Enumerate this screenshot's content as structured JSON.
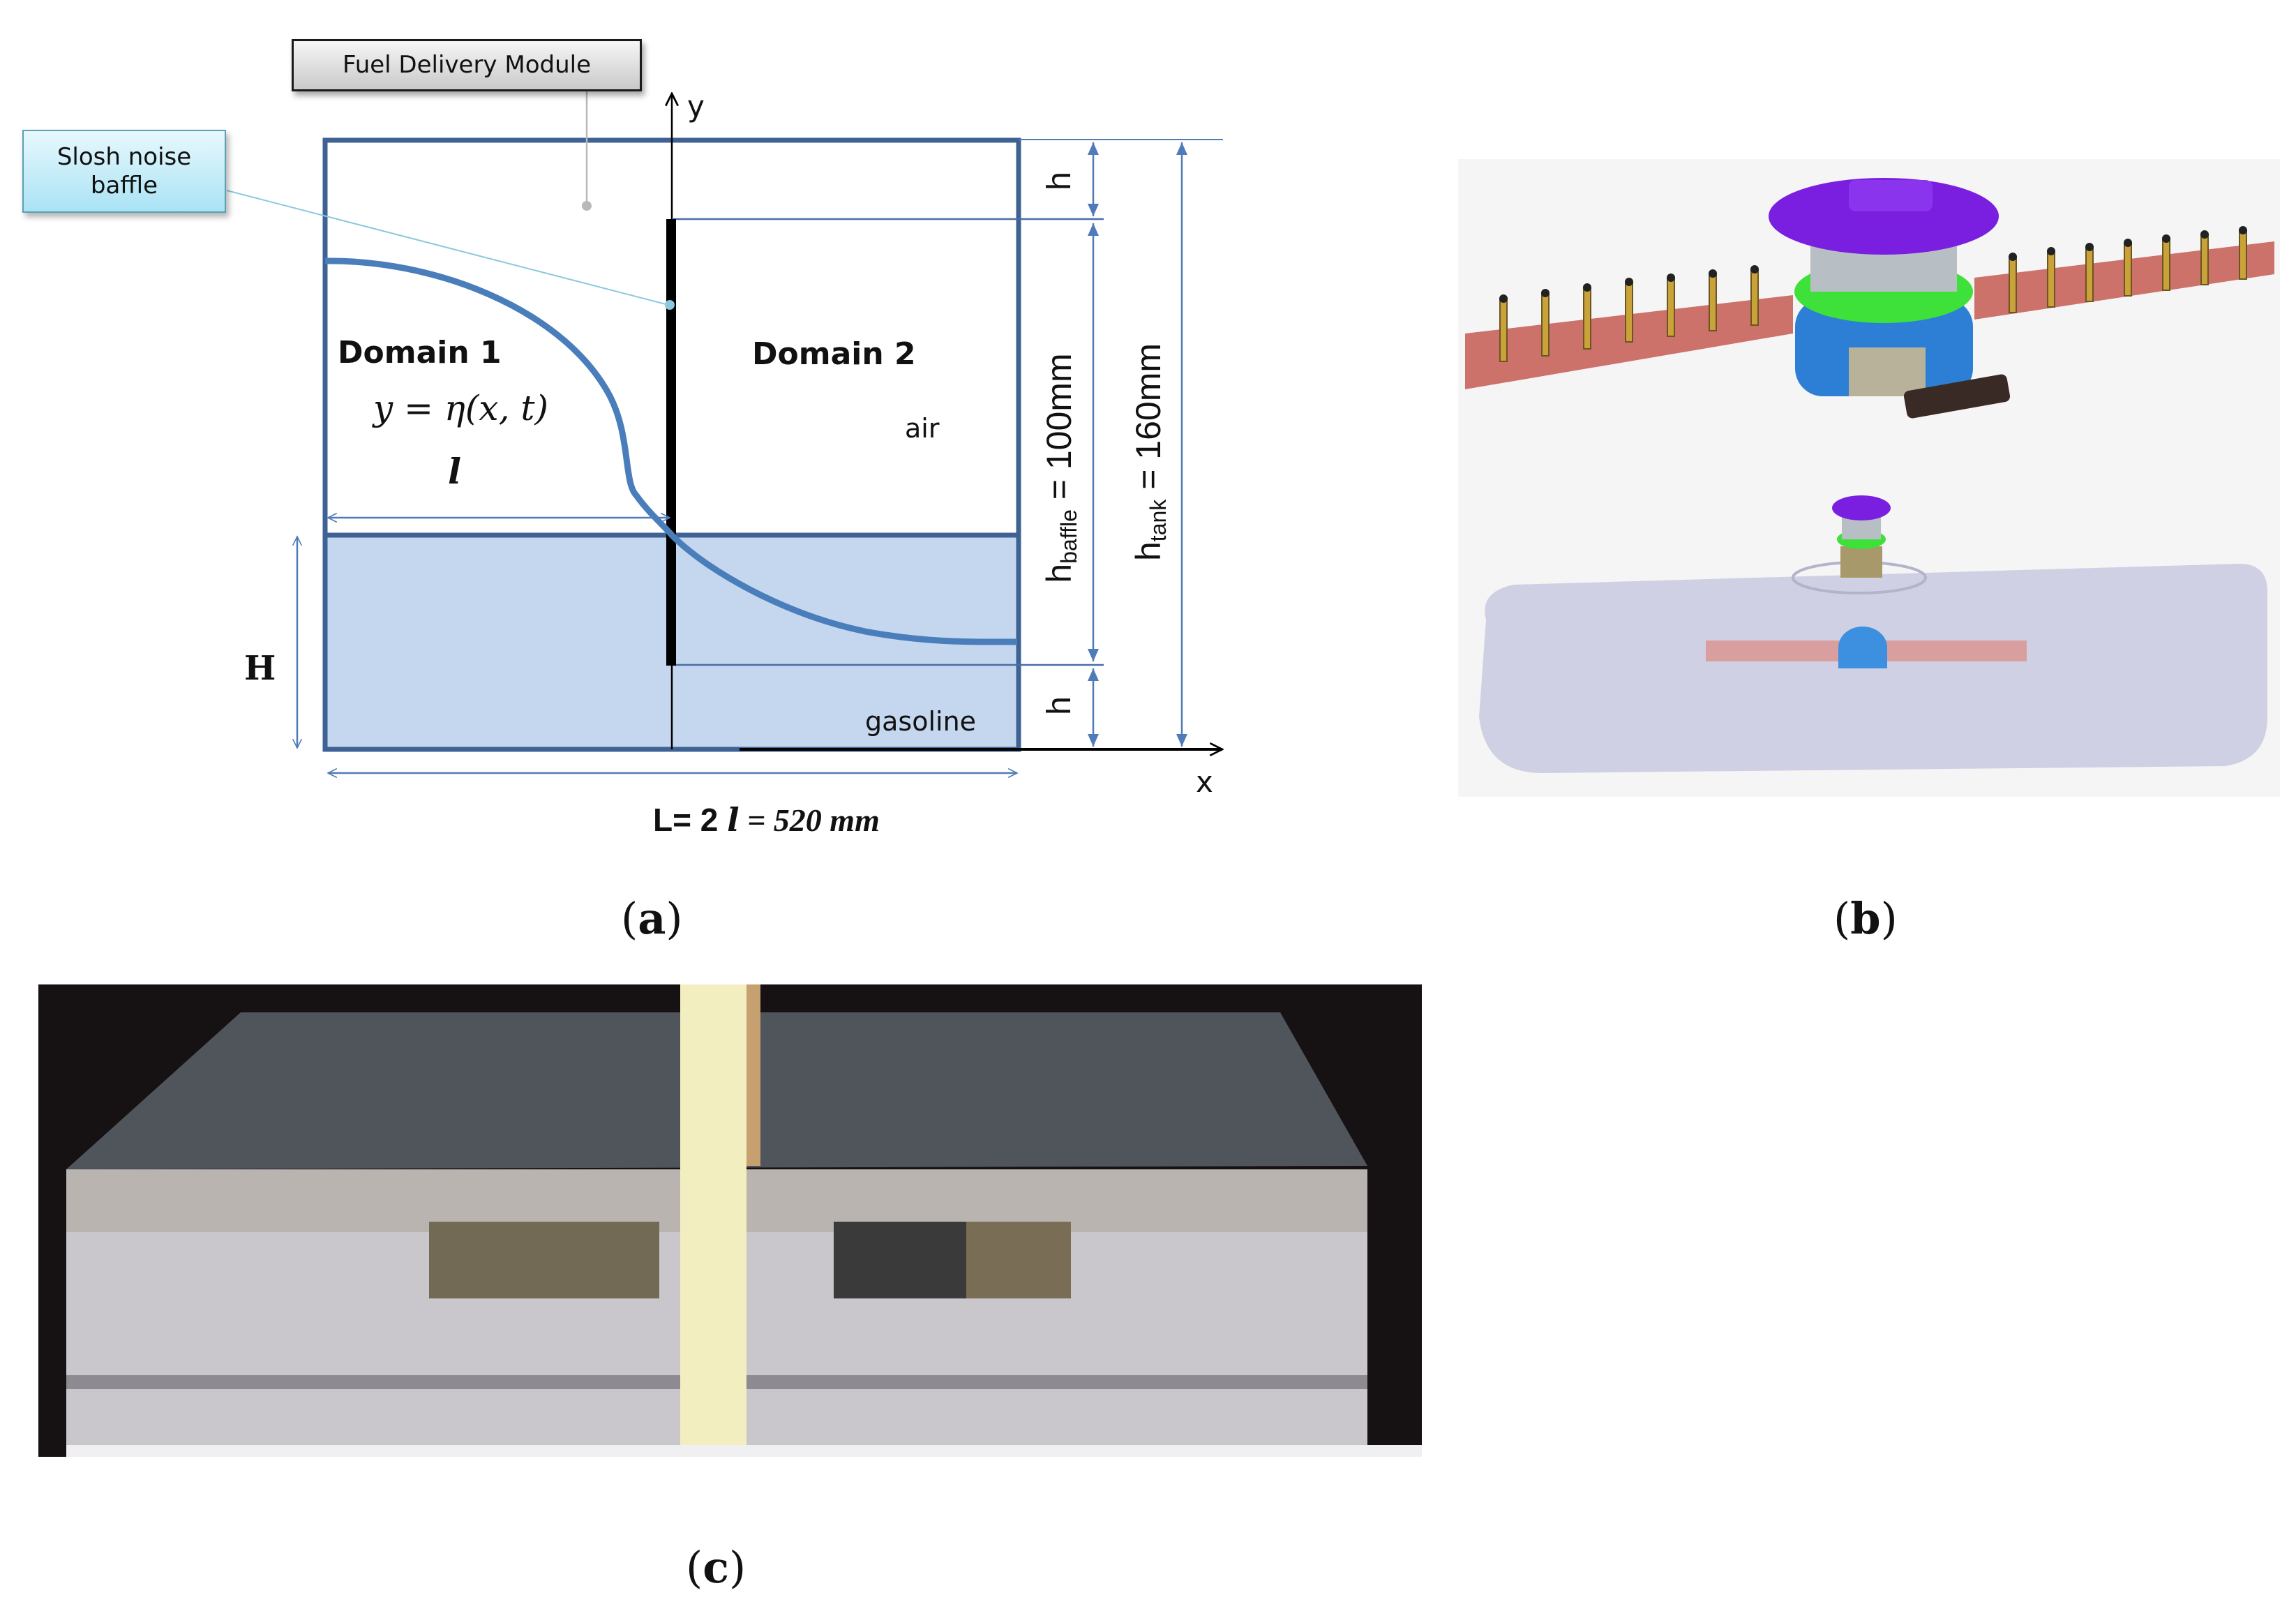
{
  "figure": {
    "panel_a": {
      "callouts": {
        "fuel_delivery_module": "Fuel Delivery Module",
        "slosh_noise_baffle": "Slosh noise baffle"
      },
      "labels": {
        "domain_1": "Domain 1",
        "domain_2": "Domain 2",
        "free_surface_eq": "y = η(x, t)",
        "half_length": "l",
        "air": "air",
        "gasoline": "gasoline",
        "fill_height": "H",
        "gap_top": "h",
        "gap_bottom": "h",
        "baffle_height_sym": "h",
        "baffle_height_sub": "baffle",
        "baffle_height_val": " = 100mm",
        "tank_height_sym": "h",
        "tank_height_sub": "tank",
        "tank_height_val": " = 160mm",
        "x_axis": "x",
        "y_axis": "y",
        "length_prefix": "L= 2 ",
        "length_l": "l",
        "length_suffix": " = 520 mm"
      },
      "colors": {
        "tank_border": "#3f6294",
        "liquid_fill": "#c5d7ef",
        "free_surface": "#4a7ebb",
        "dimension_lines": "#4f7bb8",
        "baffle": "#000000"
      },
      "caption": "a"
    },
    "panel_b": {
      "caption": "b",
      "content": "3D render of fuel delivery module with slosh noise baffles, and assembly inside translucent fuel tank",
      "colors": {
        "flange": "#7a1fe0",
        "reservoir_ring": "#3ee03a",
        "reservoir_body": "#2d7fd6",
        "baffle_arms": "#c8645c",
        "tank": "#c9c9e0"
      }
    },
    "panel_c": {
      "caption": "c",
      "content": "Photograph of transparent acrylic experimental tank with baffle assembly and wooden ruler"
    }
  }
}
